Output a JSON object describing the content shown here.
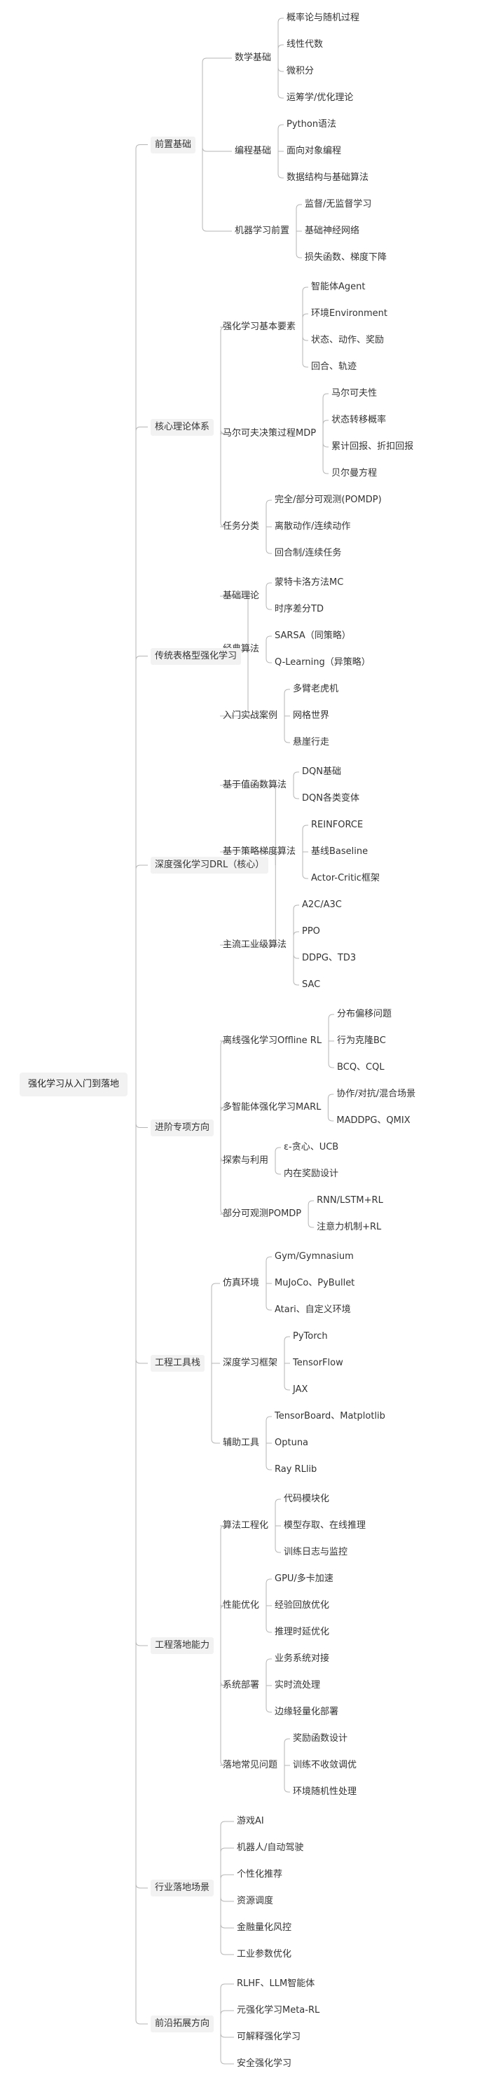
{
  "root": "强化学习从入门到落地",
  "branches": [
    {
      "label": "前置基础",
      "children": [
        {
          "label": "数学基础",
          "children": [
            "概率论与随机过程",
            "线性代数",
            "微积分",
            "运筹学/优化理论"
          ]
        },
        {
          "label": "编程基础",
          "children": [
            "Python语法",
            "面向对象编程",
            "数据结构与基础算法"
          ]
        },
        {
          "label": "机器学习前置",
          "children": [
            "监督/无监督学习",
            "基础神经网络",
            "损失函数、梯度下降"
          ]
        }
      ]
    },
    {
      "label": "核心理论体系",
      "children": [
        {
          "label": "强化学习基本要素",
          "children": [
            "智能体Agent",
            "环境Environment",
            "状态、动作、奖励",
            "回合、轨迹"
          ]
        },
        {
          "label": "马尔可夫决策过程MDP",
          "children": [
            "马尔可夫性",
            "状态转移概率",
            "累计回报、折扣回报",
            "贝尔曼方程"
          ]
        },
        {
          "label": "任务分类",
          "children": [
            "完全/部分可观测(POMDP)",
            "离散动作/连续动作",
            "回合制/连续任务"
          ]
        }
      ]
    },
    {
      "label": "传统表格型强化学习",
      "children": [
        {
          "label": "基础理论",
          "children": [
            "蒙特卡洛方法MC",
            "时序差分TD"
          ]
        },
        {
          "label": "经典算法",
          "children": [
            "SARSA（同策略）",
            "Q-Learning（异策略）"
          ]
        },
        {
          "label": "入门实战案例",
          "children": [
            "多臂老虎机",
            "网格世界",
            "悬崖行走"
          ]
        }
      ]
    },
    {
      "label": "深度强化学习DRL（核心）",
      "children": [
        {
          "label": "基于值函数算法",
          "children": [
            "DQN基础",
            "DQN各类变体"
          ]
        },
        {
          "label": "基于策略梯度算法",
          "children": [
            "REINFORCE",
            "基线Baseline",
            "Actor-Critic框架"
          ]
        },
        {
          "label": "主流工业级算法",
          "children": [
            "A2C/A3C",
            "PPO",
            "DDPG、TD3",
            "SAC"
          ]
        }
      ]
    },
    {
      "label": "进阶专项方向",
      "children": [
        {
          "label": "离线强化学习Offline RL",
          "children": [
            "分布偏移问题",
            "行为克隆BC",
            "BCQ、CQL"
          ]
        },
        {
          "label": "多智能体强化学习MARL",
          "children": [
            "协作/对抗/混合场景",
            "MADDPG、QMIX"
          ]
        },
        {
          "label": "探索与利用",
          "children": [
            "ε-贪心、UCB",
            "内在奖励设计"
          ]
        },
        {
          "label": "部分可观测POMDP",
          "children": [
            "RNN/LSTM+RL",
            "注意力机制+RL"
          ]
        }
      ]
    },
    {
      "label": "工程工具栈",
      "children": [
        {
          "label": "仿真环境",
          "children": [
            "Gym/Gymnasium",
            "MuJoCo、PyBullet",
            "Atari、自定义环境"
          ]
        },
        {
          "label": "深度学习框架",
          "children": [
            "PyTorch",
            "TensorFlow",
            "JAX"
          ]
        },
        {
          "label": "辅助工具",
          "children": [
            "TensorBoard、Matplotlib",
            "Optuna",
            "Ray RLlib"
          ]
        }
      ]
    },
    {
      "label": "工程落地能力",
      "children": [
        {
          "label": "算法工程化",
          "children": [
            "代码模块化",
            "模型存取、在线推理",
            "训练日志与监控"
          ]
        },
        {
          "label": "性能优化",
          "children": [
            "GPU/多卡加速",
            "经验回放优化",
            "推理时延优化"
          ]
        },
        {
          "label": "系统部署",
          "children": [
            "业务系统对接",
            "实时流处理",
            "边缘轻量化部署"
          ]
        },
        {
          "label": "落地常见问题",
          "children": [
            "奖励函数设计",
            "训练不收敛调优",
            "环境随机性处理"
          ]
        }
      ]
    },
    {
      "label": "行业落地场景",
      "children": [
        {
          "label": "游戏AI",
          "children": []
        },
        {
          "label": "机器人/自动驾驶",
          "children": []
        },
        {
          "label": "个性化推荐",
          "children": []
        },
        {
          "label": "资源调度",
          "children": []
        },
        {
          "label": "金融量化风控",
          "children": []
        },
        {
          "label": "工业参数优化",
          "children": []
        }
      ]
    },
    {
      "label": "前沿拓展方向",
      "children": [
        {
          "label": "RLHF、LLM智能体",
          "children": []
        },
        {
          "label": "元强化学习Meta-RL",
          "children": []
        },
        {
          "label": "可解释强化学习",
          "children": []
        },
        {
          "label": "安全强化学习",
          "children": []
        }
      ]
    }
  ]
}
